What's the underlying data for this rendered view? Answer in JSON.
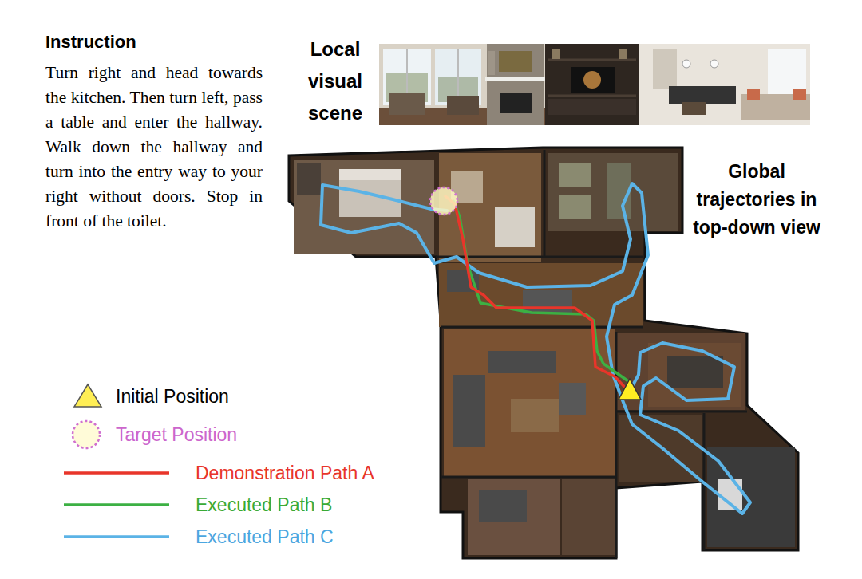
{
  "diagram": {
    "labels": [
      "Instruction",
      "Turn right and head towards the kitchen. Then turn left, pass a table and enter the hallway. Walk down the hallway and turn into the entry way to your right without doors. Stop in front of the toilet.",
      "Local visual scene",
      "Global trajectories in top-down view"
    ],
    "legend": [
      {
        "text": "Initial Position"
      },
      {
        "text": "Target Position"
      },
      {
        "text": "Demonstration Path A"
      },
      {
        "text": "Executed Path B"
      },
      {
        "text": "Executed Path C"
      }
    ]
  }
}
